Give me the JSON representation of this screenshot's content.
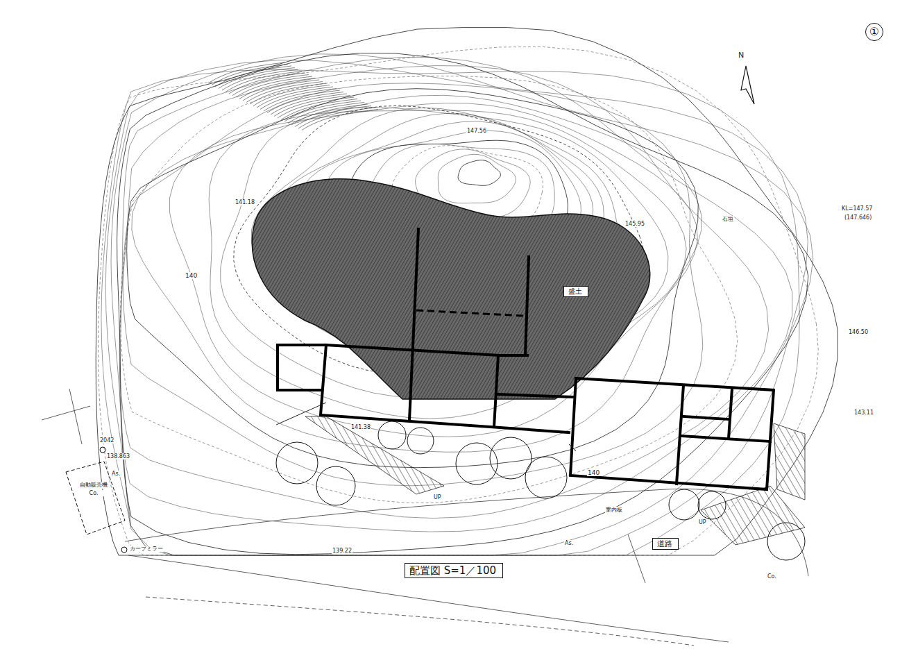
{
  "diagram": {
    "nodes": [
      {
        "text": [
          "①"
        ]
      },
      {
        "text": [
          "盛土"
        ]
      },
      {
        "text": [
          "道路"
        ]
      },
      {
        "text": [
          "自動販売機",
          "Co."
        ]
      },
      {
        "text": [
          "配置図 S=1／100"
        ]
      }
    ],
    "labels": [
      "N",
      "2042",
      "138.863",
      "カーブミラー",
      "140",
      "140",
      "UP",
      "UP",
      "案内板",
      "石垣",
      "KL=147.57",
      "(147.646)",
      "147.56",
      "145.95",
      "141.38",
      "139.22",
      "146.50",
      "143.11",
      "141.18",
      "Co.",
      "As.",
      "As."
    ]
  }
}
